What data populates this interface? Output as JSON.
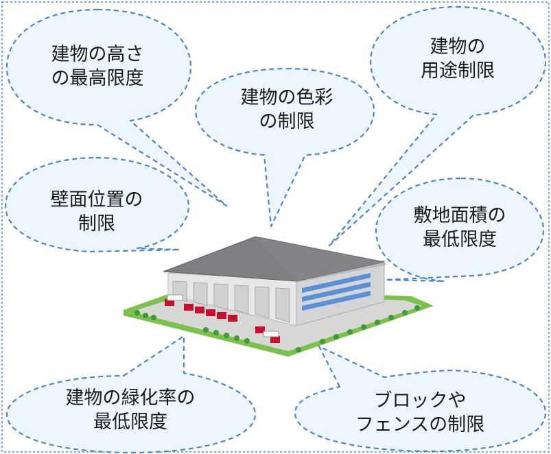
{
  "colors": {
    "bubble_fill": "#eef6fd",
    "bubble_stroke": "#4a86c8",
    "roof": "#7d7f82",
    "wall": "#e6e7e8",
    "windows": "#5b8fd6",
    "lawn": "#7cc14b",
    "ground": "#d7d8d6",
    "trucks": "#c8102e"
  },
  "bubbles": {
    "height_limit": {
      "line1": "建物の高さ",
      "line2": "の最高限度"
    },
    "color_limit": {
      "line1": "建物の色彩",
      "line2": "の制限"
    },
    "use_limit": {
      "line1": "建物の",
      "line2": "用途制限"
    },
    "wall_position": {
      "line1": "壁面位置の",
      "line2": "制限"
    },
    "site_area": {
      "line1": "敷地面積の",
      "line2": "最低限度"
    },
    "greening_ratio": {
      "line1": "建物の緑化率の",
      "line2": "最低限度"
    },
    "fence_limit": {
      "line1": "ブロックや",
      "line2": "フェンスの制限"
    }
  }
}
